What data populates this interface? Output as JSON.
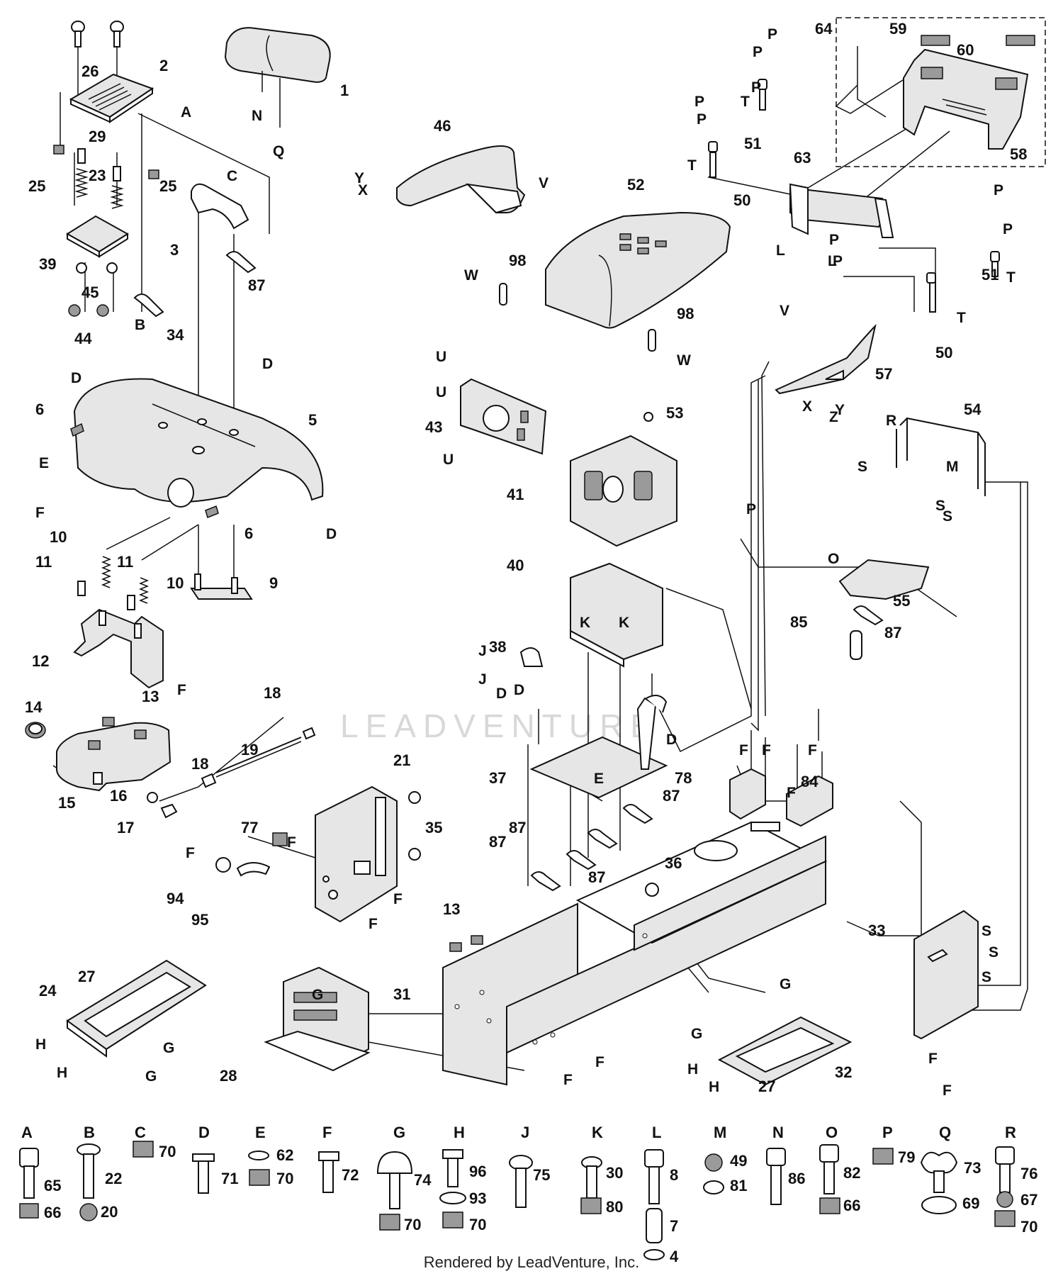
{
  "footer_text": "Rendered by LeadVenture, Inc.",
  "watermark_text": "LEADVENTURE",
  "callouts": [
    {
      "id": "c1",
      "label": "1"
    },
    {
      "id": "c2",
      "label": "2"
    },
    {
      "id": "c3",
      "label": "3"
    },
    {
      "id": "c5",
      "label": "5"
    },
    {
      "id": "c6a",
      "label": "6"
    },
    {
      "id": "c6b",
      "label": "6"
    },
    {
      "id": "c9",
      "label": "9"
    },
    {
      "id": "c10a",
      "label": "10"
    },
    {
      "id": "c10b",
      "label": "10"
    },
    {
      "id": "c11a",
      "label": "11"
    },
    {
      "id": "c11b",
      "label": "11"
    },
    {
      "id": "c12",
      "label": "12"
    },
    {
      "id": "c13a",
      "label": "13"
    },
    {
      "id": "c13b",
      "label": "13"
    },
    {
      "id": "c14",
      "label": "14"
    },
    {
      "id": "c15",
      "label": "15"
    },
    {
      "id": "c16",
      "label": "16"
    },
    {
      "id": "c17",
      "label": "17"
    },
    {
      "id": "c18a",
      "label": "18"
    },
    {
      "id": "c18b",
      "label": "18"
    },
    {
      "id": "c19",
      "label": "19"
    },
    {
      "id": "c21",
      "label": "21"
    },
    {
      "id": "c23",
      "label": "23"
    },
    {
      "id": "c24",
      "label": "24"
    },
    {
      "id": "c25a",
      "label": "25"
    },
    {
      "id": "c25b",
      "label": "25"
    },
    {
      "id": "c26",
      "label": "26"
    },
    {
      "id": "c27a",
      "label": "27"
    },
    {
      "id": "c27b",
      "label": "27"
    },
    {
      "id": "c28",
      "label": "28"
    },
    {
      "id": "c29",
      "label": "29"
    },
    {
      "id": "c31",
      "label": "31"
    },
    {
      "id": "c32",
      "label": "32"
    },
    {
      "id": "c33",
      "label": "33"
    },
    {
      "id": "c34",
      "label": "34"
    },
    {
      "id": "c35",
      "label": "35"
    },
    {
      "id": "c36",
      "label": "36"
    },
    {
      "id": "c37",
      "label": "37"
    },
    {
      "id": "c38",
      "label": "38"
    },
    {
      "id": "c39",
      "label": "39"
    },
    {
      "id": "c40",
      "label": "40"
    },
    {
      "id": "c41",
      "label": "41"
    },
    {
      "id": "c43",
      "label": "43"
    },
    {
      "id": "c44",
      "label": "44"
    },
    {
      "id": "c45",
      "label": "45"
    },
    {
      "id": "c46",
      "label": "46"
    },
    {
      "id": "c50a",
      "label": "50"
    },
    {
      "id": "c50b",
      "label": "50"
    },
    {
      "id": "c51a",
      "label": "51"
    },
    {
      "id": "c51b",
      "label": "51"
    },
    {
      "id": "c52",
      "label": "52"
    },
    {
      "id": "c53",
      "label": "53"
    },
    {
      "id": "c54",
      "label": "54"
    },
    {
      "id": "c55",
      "label": "55"
    },
    {
      "id": "c57",
      "label": "57"
    },
    {
      "id": "c58",
      "label": "58"
    },
    {
      "id": "c59",
      "label": "59"
    },
    {
      "id": "c60",
      "label": "60"
    },
    {
      "id": "c63",
      "label": "63"
    },
    {
      "id": "c64",
      "label": "64"
    },
    {
      "id": "c77",
      "label": "77"
    },
    {
      "id": "c78",
      "label": "78"
    },
    {
      "id": "c84",
      "label": "84"
    },
    {
      "id": "c85",
      "label": "85"
    },
    {
      "id": "c87a",
      "label": "87"
    },
    {
      "id": "c87b",
      "label": "87"
    },
    {
      "id": "c87c",
      "label": "87"
    },
    {
      "id": "c87d",
      "label": "87"
    },
    {
      "id": "c87e",
      "label": "87"
    },
    {
      "id": "c87f",
      "label": "87"
    },
    {
      "id": "c94",
      "label": "94"
    },
    {
      "id": "c95",
      "label": "95"
    },
    {
      "id": "c98a",
      "label": "98"
    },
    {
      "id": "c98b",
      "label": "98"
    }
  ],
  "connection_letters": [
    "A",
    "B",
    "C",
    "D",
    "D",
    "D",
    "D",
    "D",
    "D",
    "E",
    "E",
    "F",
    "F",
    "F",
    "F",
    "F",
    "F",
    "F",
    "F",
    "F",
    "F",
    "F",
    "F",
    "F",
    "F",
    "G",
    "G",
    "G",
    "G",
    "G",
    "H",
    "H",
    "H",
    "H",
    "J",
    "J",
    "K",
    "K",
    "L",
    "L",
    "M",
    "N",
    "O",
    "P",
    "P",
    "P",
    "P",
    "P",
    "P",
    "P",
    "P",
    "P",
    "P",
    "Q",
    "R",
    "S",
    "S",
    "S",
    "S",
    "S",
    "S",
    "T",
    "T",
    "T",
    "T",
    "U",
    "U",
    "U",
    "V",
    "V",
    "W",
    "W",
    "X",
    "X",
    "Y",
    "Y",
    "Z"
  ],
  "hardware": [
    {
      "letter": "A",
      "parts": [
        "65",
        "66"
      ]
    },
    {
      "letter": "B",
      "parts": [
        "22",
        "20"
      ]
    },
    {
      "letter": "C",
      "parts": [
        "70"
      ]
    },
    {
      "letter": "D",
      "parts": [
        "71"
      ]
    },
    {
      "letter": "E",
      "parts": [
        "62",
        "70"
      ]
    },
    {
      "letter": "F",
      "parts": [
        "72"
      ]
    },
    {
      "letter": "G",
      "parts": [
        "74",
        "70"
      ]
    },
    {
      "letter": "H",
      "parts": [
        "96",
        "93",
        "70"
      ]
    },
    {
      "letter": "J",
      "parts": [
        "75"
      ]
    },
    {
      "letter": "K",
      "parts": [
        "30",
        "80"
      ]
    },
    {
      "letter": "L",
      "parts": [
        "8",
        "7",
        "4"
      ]
    },
    {
      "letter": "M",
      "parts": [
        "49",
        "81"
      ]
    },
    {
      "letter": "N",
      "parts": [
        "86"
      ]
    },
    {
      "letter": "O",
      "parts": [
        "82",
        "66"
      ]
    },
    {
      "letter": "P",
      "parts": [
        "79"
      ]
    },
    {
      "letter": "Q",
      "parts": [
        "73",
        "69"
      ]
    },
    {
      "letter": "R",
      "parts": [
        "76",
        "67",
        "70"
      ]
    }
  ]
}
